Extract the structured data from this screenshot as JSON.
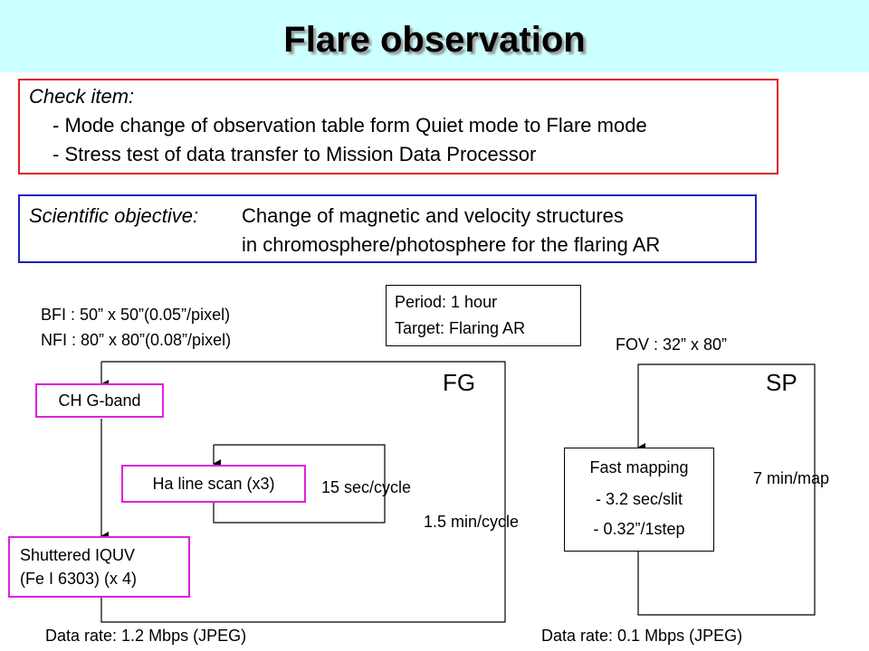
{
  "title": "Flare observation",
  "check": {
    "heading": "Check item:",
    "items": [
      "- Mode change of observation table form Quiet mode to Flare mode",
      "- Stress test of data transfer to Mission Data Processor"
    ]
  },
  "objective": {
    "label": "Scientific objective:",
    "line1": "Change of magnetic and velocity structures",
    "line2": "in chromosphere/photosphere for the flaring AR"
  },
  "period": {
    "line1": "Period: 1 hour",
    "line2": "Target: Flaring AR"
  },
  "fg": {
    "label": "FG",
    "bfi": "BFI : 50” x 50”(0.05”/pixel)",
    "nfi": "NFI : 80” x 80”(0.08”/pixel)",
    "ch_gband": "CH G-band",
    "ha_scan": "Ha line scan (x3)",
    "inner_cycle": "15 sec/cycle",
    "outer_cycle": "1.5 min/cycle",
    "iquv_line1": "Shuttered IQUV",
    "iquv_line2": "(Fe I 6303) (x 4)",
    "data_rate": "Data rate: 1.2 Mbps (JPEG)"
  },
  "sp": {
    "label": "SP",
    "fov": "FOV : 32” x 80”",
    "fast_mapping": "Fast mapping",
    "sec_per_slit": "- 3.2 sec/slit",
    "step": "- 0.32”/1step",
    "map_rate": "7 min/map",
    "data_rate": "Data rate: 0.1 Mbps (JPEG)"
  },
  "colors": {
    "title_bg": "#ccffff",
    "check_border": "#e02020",
    "objective_border": "#2020c0",
    "step_border": "#e020e0"
  }
}
